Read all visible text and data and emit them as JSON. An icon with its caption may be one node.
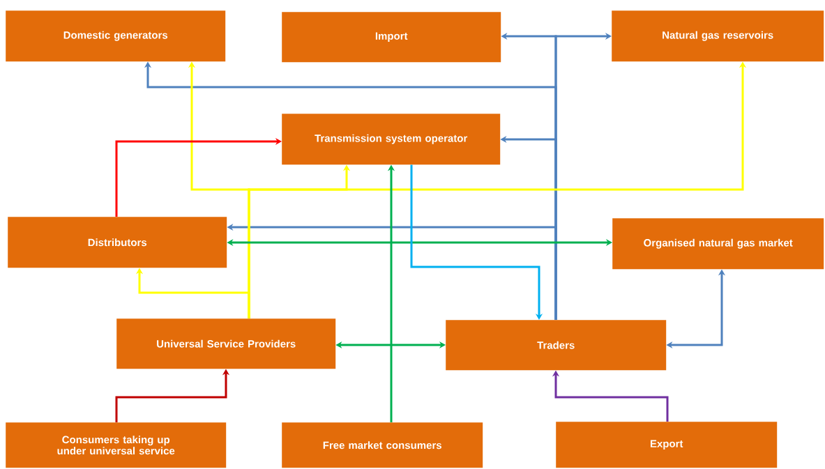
{
  "diagram": {
    "nodes": [
      {
        "text": [
          "Domestic generators"
        ]
      },
      {
        "text": [
          "Import"
        ]
      },
      {
        "text": [
          "Natural gas reservoirs"
        ]
      },
      {
        "text": [
          "Transmission system operator"
        ]
      },
      {
        "text": [
          "Distributors"
        ]
      },
      {
        "text": [
          "Organised natural gas market"
        ]
      },
      {
        "text": [
          "Universal Service Providers"
        ]
      },
      {
        "text": [
          "Traders"
        ]
      },
      {
        "text": [
          "Consumers taking up under universal service"
        ]
      },
      {
        "text": [
          "Free market consumers"
        ]
      },
      {
        "text": [
          "Export"
        ]
      }
    ],
    "edges": [
      {
        "from": 7,
        "to": 1,
        "arrow": "to"
      },
      {
        "from": 7,
        "to": 2,
        "arrow": "to"
      },
      {
        "from": 7,
        "to": 0,
        "arrow": "to"
      },
      {
        "from": 7,
        "to": 3,
        "arrow": "to"
      },
      {
        "from": 7,
        "to": 4,
        "arrow": "to"
      },
      {
        "from": 7,
        "to": 5,
        "arrow": "both"
      },
      {
        "from": 6,
        "to": 0,
        "arrow": "to",
        "color": "#ffff00"
      },
      {
        "from": 6,
        "to": 3,
        "arrow": "to",
        "color": "#ffff00"
      },
      {
        "from": 6,
        "to": 2,
        "arrow": "to",
        "color": "#ffff00"
      },
      {
        "from": 6,
        "to": 4,
        "arrow": "to",
        "color": "#ffff00"
      },
      {
        "from": 4,
        "to": 3,
        "arrow": "to",
        "color": "#ff0000"
      },
      {
        "from": 9,
        "to": 3,
        "arrow": "to",
        "color": "#00b050"
      },
      {
        "from": 4,
        "to": 5,
        "arrow": "both",
        "color": "#00b050"
      },
      {
        "from": 6,
        "to": 7,
        "arrow": "both",
        "color": "#00b050"
      },
      {
        "from": 3,
        "to": 7,
        "arrow": "to",
        "color": "#00b0f0"
      },
      {
        "from": 8,
        "to": 6,
        "arrow": "to",
        "color": "#c00000"
      },
      {
        "from": 10,
        "to": 7,
        "arrow": "to",
        "color": "#7030a0"
      }
    ]
  }
}
